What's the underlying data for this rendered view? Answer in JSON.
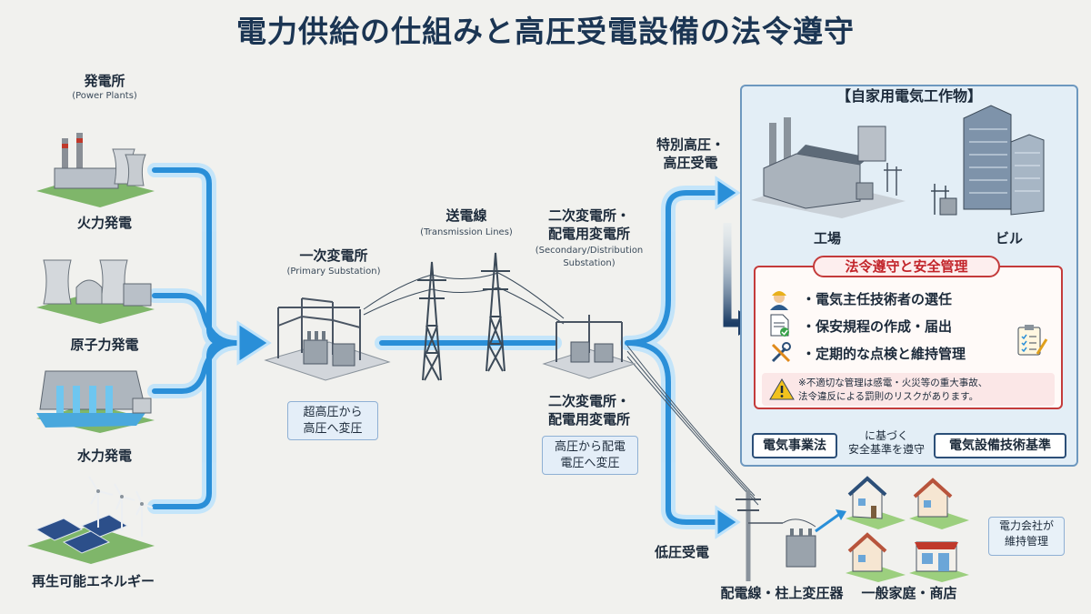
{
  "title": "電力供給の仕組みと高圧受電設備の法令遵守",
  "power_plants": {
    "heading": "発電所",
    "heading_en": "(Power Plants)",
    "thermal": "火力発電",
    "nuclear": "原子力発電",
    "hydro": "水力発電",
    "renewable": "再生可能エネルギー"
  },
  "primary_substation": {
    "label": "一次変電所",
    "label_en": "(Primary Substation)",
    "note_line1": "超高圧から",
    "note_line2": "高圧へ変圧"
  },
  "transmission": {
    "label": "送電線",
    "label_en": "(Transmission Lines)"
  },
  "secondary_substation": {
    "label_line1": "二次変電所・",
    "label_line2": "配電用変電所",
    "label_en_line1": "(Secondary/Distribution",
    "label_en_line2": "Substation)",
    "bottom_line1": "二次変電所・",
    "bottom_line2": "配電用変電所",
    "note_line1": "高圧から配電",
    "note_line2": "電圧へ変圧"
  },
  "high_voltage": {
    "line1": "特別高圧・",
    "line2": "高圧受電"
  },
  "low_voltage": "低圧受電",
  "self_use": {
    "heading": "【自家用電気工作物】",
    "factory": "工場",
    "building": "ビル"
  },
  "compliance": {
    "heading": "法令遵守と安全管理",
    "items": [
      "・電気主任技術者の選任",
      "・保安規程の作成・届出",
      "・定期的な点検と維持管理"
    ],
    "warning_line1": "※不適切な管理は感電・火災等の重大事故、",
    "warning_line2": "法令違反による罰則のリスクがあります。"
  },
  "laws": {
    "left": "電気事業法",
    "middle_line1": "に基づく",
    "middle_line2": "安全基準を遵守",
    "right": "電気設備技術基準"
  },
  "distribution": {
    "pole": "配電線・柱上変圧器",
    "homes": "一般家庭・商店",
    "utility_line1": "電力会社が",
    "utility_line2": "維持管理"
  },
  "colors": {
    "flow": "#2a8fd8",
    "flow_glow": "#bfe3fb",
    "title": "#1b3553",
    "dark_arrow": "#1d3e66",
    "alert": "#c43b3b",
    "panel": "#e3eef6"
  }
}
